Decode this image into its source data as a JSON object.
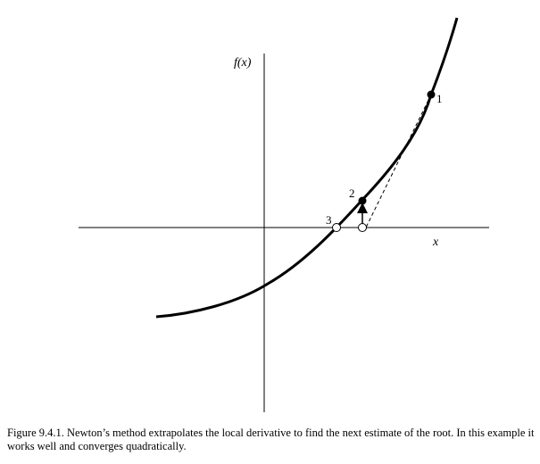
{
  "axes": {
    "y_label": "f(x)",
    "x_label": "x"
  },
  "points": [
    {
      "label": "1",
      "filled": true
    },
    {
      "label": "2",
      "filled": true
    },
    {
      "label": "3",
      "filled": false
    }
  ],
  "caption": {
    "lead": "Figure 9.4.1.",
    "text": "Newton’s method extrapolates the local derivative to find the next estimate of the root. In this example it works well and converges quadratically."
  }
}
